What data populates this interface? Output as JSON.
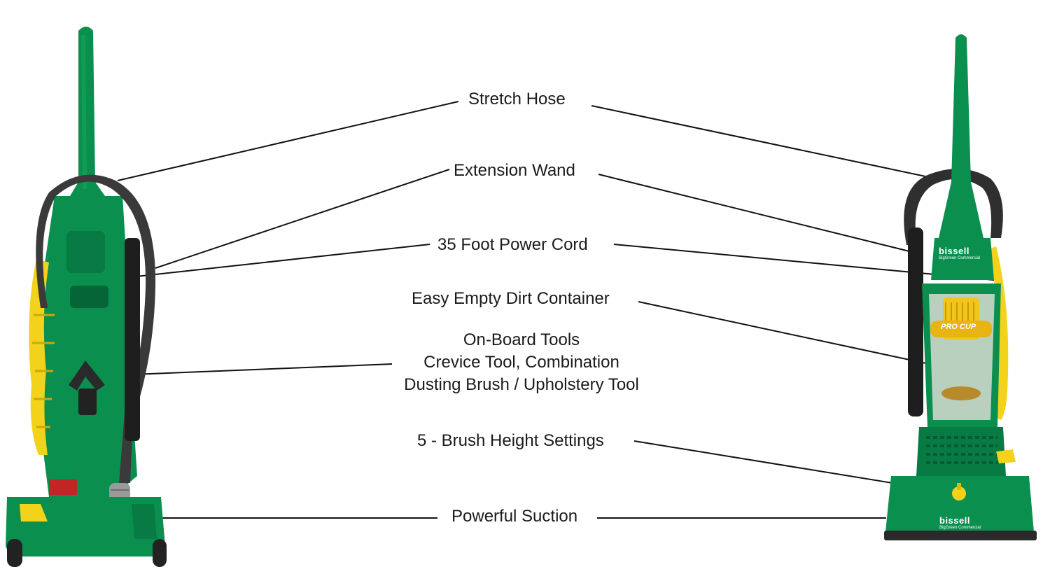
{
  "labels": {
    "stretch_hose": "Stretch Hose",
    "extension_wand": "Extension Wand",
    "power_cord": "35 Foot Power Cord",
    "dirt_container": "Easy Empty Dirt Container",
    "onboard_tools": {
      "line1": "On-Board Tools",
      "line2": "Crevice Tool, Combination",
      "line3": "Dusting Brush / Upholstery Tool"
    },
    "brush_height": "5 - Brush Height Settings",
    "suction": "Powerful Suction"
  },
  "product": {
    "brand": "bissell",
    "sub_brand": "BigGreen Commercial",
    "cup_label": "PRO CUP"
  },
  "colors": {
    "body_green": "#0b8f4f",
    "dark_green": "#06703c",
    "cord_yellow": "#f2d21a",
    "hose_gray": "#3a3a3a",
    "leader_line": "#111111"
  }
}
